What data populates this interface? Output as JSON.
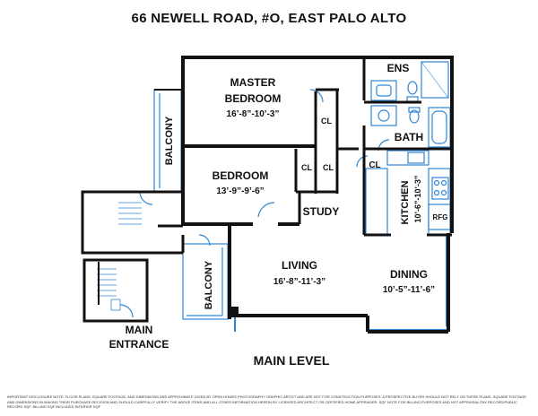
{
  "title": "66 NEWELL ROAD, #O, EAST PALO ALTO",
  "level": "MAIN LEVEL",
  "disclaimer": "IMPORTANT DISCLOSURE NOTE: FLOOR PLANS, SQUARE FOOTAGE, AND DIMENSIONS ARE APPROXIMATE GIVEN BY OPEN HOMES PHOTOGRAPHY GRAPHIC ARTIST AND ARE NOT FOR CONSTRUCTION PURPOSES. A PROSPECTIVE BUYER SHOULD NOT RELY ON THESE PLANS, SQUARE FOOTAGE AND DIMENSIONS IN MAKING THEIR PURCHASE DECISION AND SHOULD CAREFULLY VERIFY THE ABOVE ITEMS AND ALL OTHER INFORMATION HEREIN BY LICENSED ARCHITECT OR CERTIFIED HOME APPRAISER. SQF NOTE FOR BILLING PURPOSES AND NOT APPRAISAL/TAX RECORD/PUBLIC RECORD SQF. BILLING SQF INCLUDES INTERIOR SQF",
  "rooms": {
    "master_bedroom": {
      "name_line1": "MASTER",
      "name_line2": "BEDROOM",
      "dims": "16’-8”-10’-3”"
    },
    "bedroom": {
      "name": "BEDROOM",
      "dims": "13’-9”-9’-6”"
    },
    "living": {
      "name": "LIVING",
      "dims": "16’-8”-11’-3”"
    },
    "dining": {
      "name": "DINING",
      "dims": "10’-5”-11’-6”"
    },
    "kitchen": {
      "name": "KITCHEN",
      "dims": "10’-6”-10’-3”"
    },
    "ens": {
      "name": "ENS"
    },
    "bath": {
      "name": "BATH"
    },
    "study": {
      "name": "STUDY"
    },
    "balcony_top": {
      "name": "BALCONY"
    },
    "balcony_bottom": {
      "name": "BALCONY"
    },
    "main_entrance": {
      "name_line1": "MAIN",
      "name_line2": "ENTRANCE"
    },
    "closet_master": {
      "name": "CL"
    },
    "closet_bedroom_1": {
      "name": "CL"
    },
    "closet_bedroom_2": {
      "name": "CL"
    },
    "closet_kitchen": {
      "name": "CL"
    },
    "refrigerator": {
      "name": "RFG"
    }
  },
  "colors": {
    "wall": "#111111",
    "fixture": "#2f86d6",
    "background": "#ffffff"
  }
}
